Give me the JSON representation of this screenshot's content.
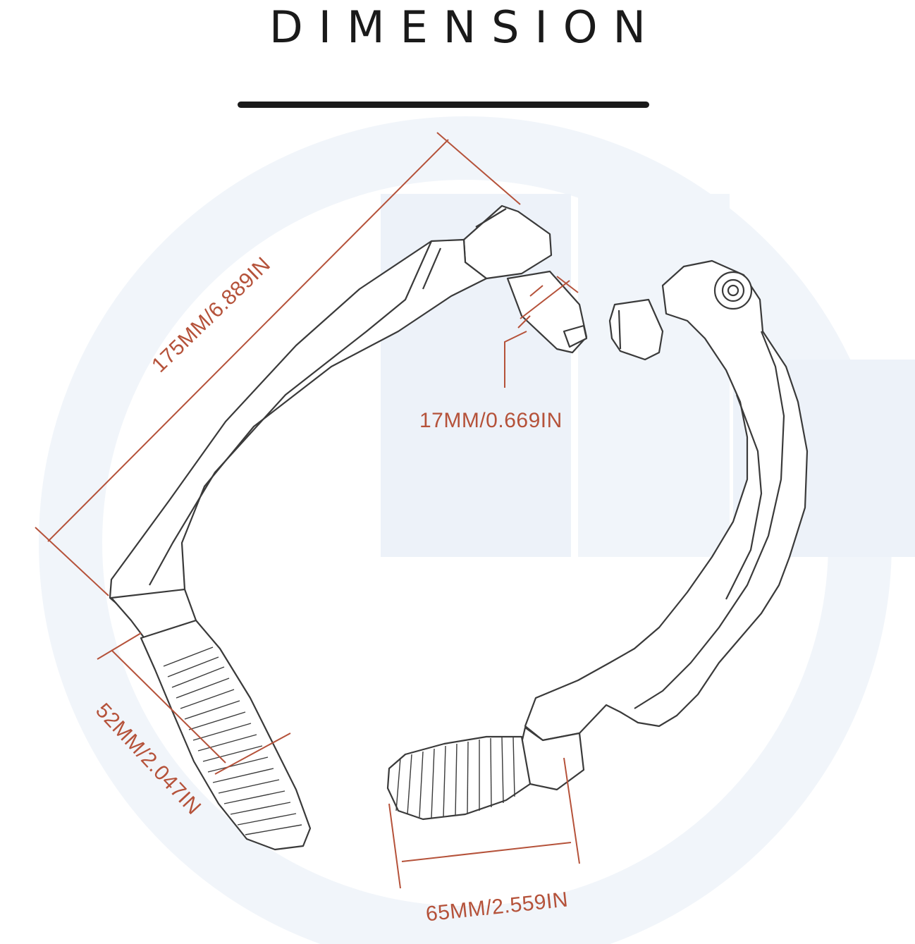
{
  "title": "DIMENSION",
  "colors": {
    "dimension": "#b5523a",
    "outline": "#3a3a3a",
    "watermark": "#eef3f9",
    "title": "#1a1a1a"
  },
  "dimensions": {
    "overall_length": "175MM/6.889IN",
    "bore": "17MM/0.669IN",
    "grip_height": "52MM/2.047IN",
    "grip_length": "65MM/2.559IN"
  }
}
